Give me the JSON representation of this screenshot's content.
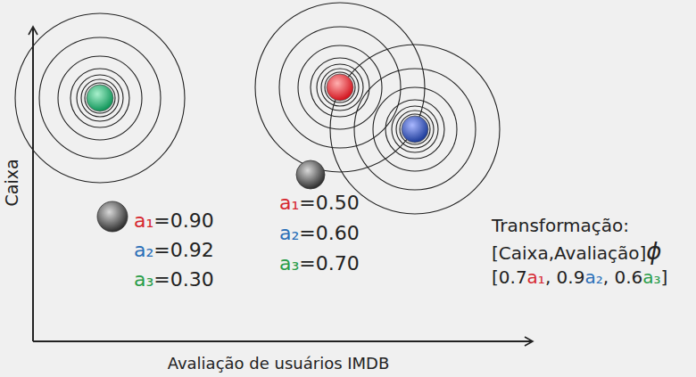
{
  "diagram": {
    "labels": [
      "Caixa",
      "Avaliação de usuários IMDB",
      "a₁=0.90",
      "a₂=0.92",
      "a₃=0.30",
      "a₁=0.50",
      "a₂=0.60",
      "a₃=0.70",
      "Transformação:",
      "[Caixa,Avaliação]ϕ",
      "[0.7a₁, 0.9a₂, 0.6a₃]"
    ]
  }
}
